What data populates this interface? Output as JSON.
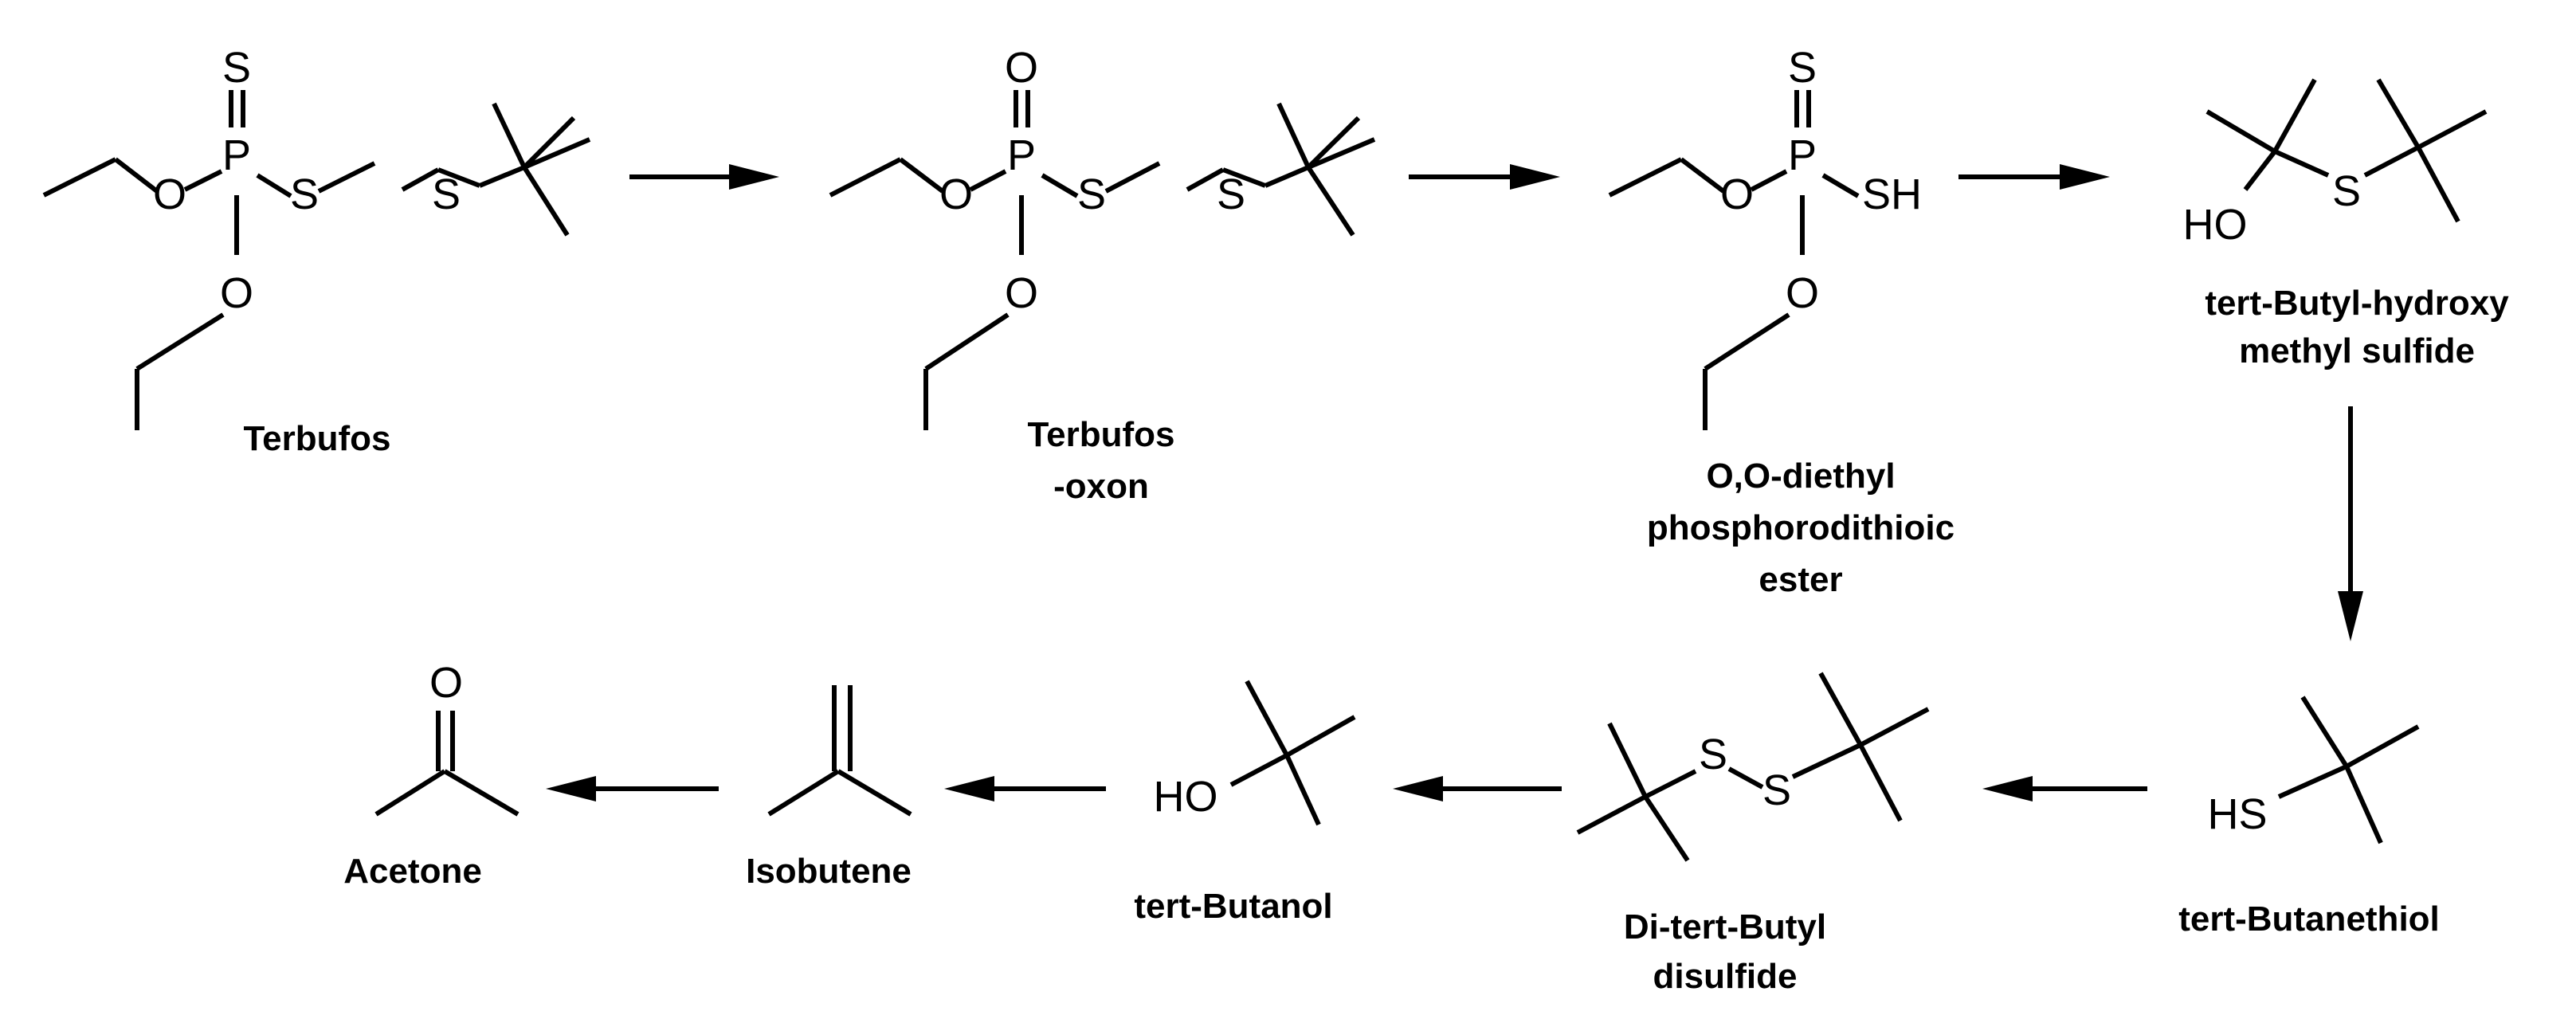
{
  "compounds": {
    "terbufos": {
      "lines": [
        "Terbufos"
      ]
    },
    "terbufos_oxon": {
      "lines": [
        "Terbufos",
        "-oxon"
      ]
    },
    "diethyl_ester": {
      "lines": [
        "O,O-diethyl",
        "phosphorodithioic",
        "ester"
      ]
    },
    "hydroxymethyl_sulfide": {
      "lines": [
        "tert-Butyl-hydroxy",
        "methyl sulfide"
      ]
    },
    "butanethiol": {
      "lines": [
        "tert-Butanethiol"
      ]
    },
    "disulfide": {
      "lines": [
        "Di-tert-Butyl",
        "disulfide"
      ]
    },
    "butanol": {
      "lines": [
        "tert-Butanol"
      ]
    },
    "isobutene": {
      "lines": [
        "Isobutene"
      ]
    },
    "acetone": {
      "lines": [
        "Acetone"
      ]
    }
  },
  "atoms": {
    "S": "S",
    "O": "O",
    "P": "P",
    "SH": "SH",
    "HO": "HO",
    "HS": "HS"
  }
}
